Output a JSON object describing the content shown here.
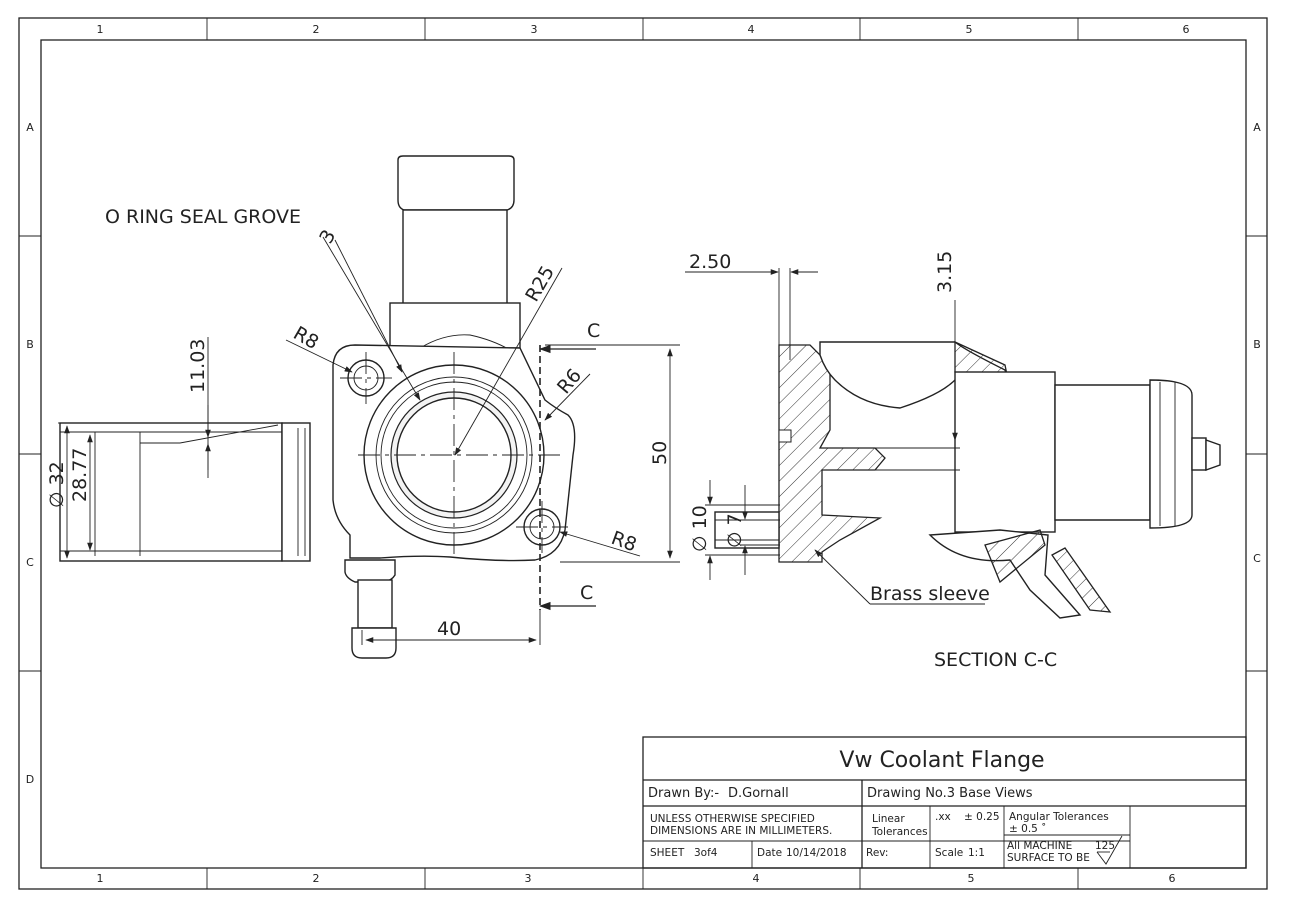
{
  "zones": {
    "columns": [
      "1",
      "2",
      "3",
      "4",
      "5",
      "6"
    ],
    "rows": [
      "A",
      "B",
      "C",
      "D"
    ]
  },
  "annotations": {
    "oring_note": "O RING SEAL GROVE",
    "dim_3": "3",
    "dim_r25": "R25",
    "dim_r8_top": "R8",
    "dim_r6": "R6",
    "dim_r8_bottom": "R8",
    "dim_11_03": "11.03",
    "dim_dia32": "∅ 32",
    "dim_28_77": "28.77",
    "dim_50": "50",
    "dim_40": "40",
    "section_mark_top": "C",
    "section_mark_bottom": "C",
    "dim_2_50": "2.50",
    "dim_3_15": "3.15",
    "dim_dia10": "∅ 10",
    "dim_dia7": "∅ 7",
    "brass_sleeve": "Brass sleeve",
    "section_title": "SECTION C-C"
  },
  "title_block": {
    "title": "Vw Coolant Flange",
    "drawn_by_label": "Drawn By:-",
    "drawn_by": "D.Gornall",
    "drawing_no": "Drawing No.3 Base Views",
    "units_line1": "UNLESS OTHERWISE SPECIFIED",
    "units_line2": "DIMENSIONS ARE IN MILLIMETERS.",
    "linear_label1": "Linear",
    "linear_label2": "Tolerances",
    "xx_label": ".xx",
    "xx_tol": "± 0.25",
    "angular_label": "Angular Tolerances",
    "angular_tol": "±  0.5 ˚",
    "machine_line1": "All MACHINE",
    "machine_line2": "SURFACE TO BE",
    "finish_value": "125",
    "sheet_label": "SHEET",
    "sheet_value": "3of4",
    "date_label": "Date",
    "date_value": "10/14/2018",
    "rev_label": "Rev:",
    "scale_label": "Scale",
    "scale_value": "1:1"
  }
}
